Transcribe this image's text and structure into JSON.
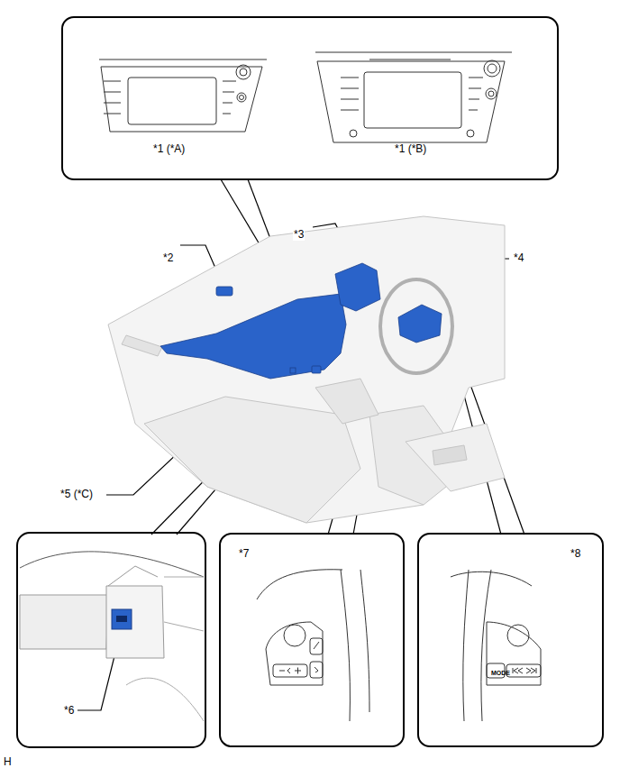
{
  "diagram": {
    "nodes": [
      {
        "text": [
          "*1 (*A)",
          "*1 (*B)"
        ]
      },
      {
        "text": [
          "*7"
        ]
      },
      {
        "text": [
          "*8",
          "MODE"
        ]
      }
    ],
    "labels": [
      "*2",
      "*3",
      "*4",
      "*5 (*C)",
      "*6",
      "H"
    ]
  }
}
